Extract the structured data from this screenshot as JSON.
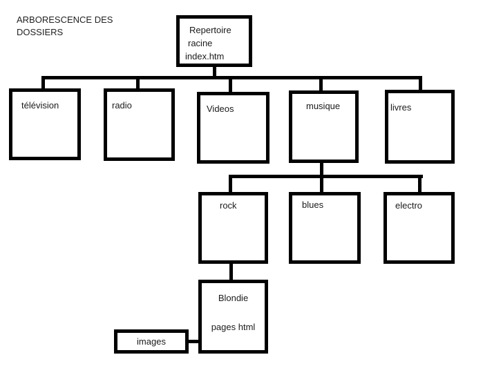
{
  "diagram_title": {
    "line1": "ARBORESCENCE DES",
    "line2": "DOSSIERS"
  },
  "nodes": {
    "root": {
      "line1": "Repertoire",
      "line2": "racine",
      "line3": "index.htm"
    },
    "television": {
      "label": "télévision"
    },
    "radio": {
      "label": "radio"
    },
    "videos": {
      "label": "Videos"
    },
    "musique": {
      "label": "musique"
    },
    "livres": {
      "label": "livres"
    },
    "rock": {
      "label": "rock"
    },
    "blues": {
      "label": "blues"
    },
    "electro": {
      "label": "electro"
    },
    "blondie": {
      "line1": "Blondie",
      "line2": "pages html"
    },
    "images": {
      "label": "images"
    }
  },
  "colors": {
    "line": "#000000",
    "text": "#1a1a1a",
    "background": "#ffffff"
  }
}
